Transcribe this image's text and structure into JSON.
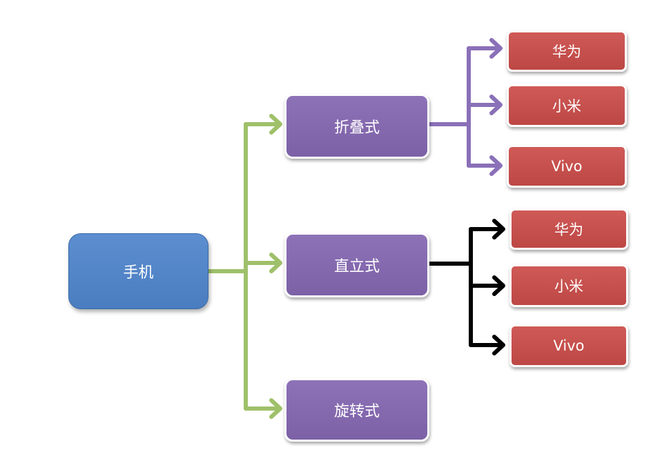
{
  "root": {
    "label": "手机"
  },
  "categories": [
    {
      "label": "折叠式",
      "brands": [
        "华为",
        "小米",
        "Vivo"
      ]
    },
    {
      "label": "直立式",
      "brands": [
        "华为",
        "小米",
        "Vivo"
      ]
    },
    {
      "label": "旋转式",
      "brands": []
    }
  ],
  "colors": {
    "root": "#5587c9",
    "category": "#8669b0",
    "brand": "#c9504d",
    "connector_root": "#9fc06a",
    "connector_folding": "#8a70b8",
    "connector_bar": "#000000"
  }
}
